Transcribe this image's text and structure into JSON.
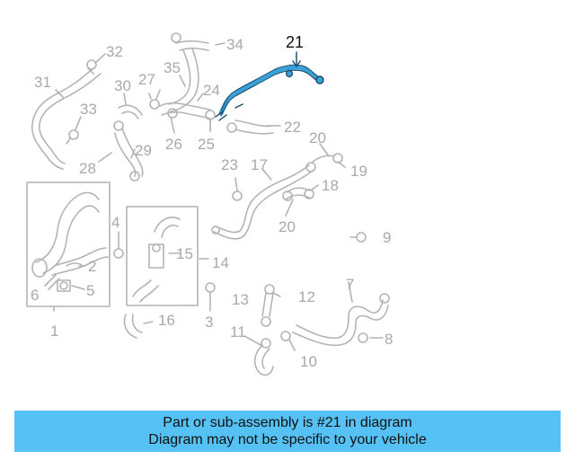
{
  "diagram": {
    "highlighted_part": {
      "number": "21",
      "color": "#3aa0d8"
    },
    "labels": [
      "32",
      "34",
      "21",
      "31",
      "35",
      "27",
      "30",
      "24",
      "33",
      "26",
      "25",
      "22",
      "29",
      "28",
      "20",
      "23",
      "17",
      "19",
      "18",
      "20",
      "4",
      "15",
      "14",
      "9",
      "2",
      "6",
      "5",
      "7",
      "13",
      "12",
      "1",
      "16",
      "3",
      "11",
      "8",
      "10"
    ]
  },
  "banner": {
    "line1": "Part or sub-assembly is #21 in diagram",
    "line2": "Diagram may not be specific to your vehicle",
    "background": "#56c1f5"
  },
  "colors": {
    "outline": "#b4b4b4",
    "label": "#a9a9a9"
  }
}
